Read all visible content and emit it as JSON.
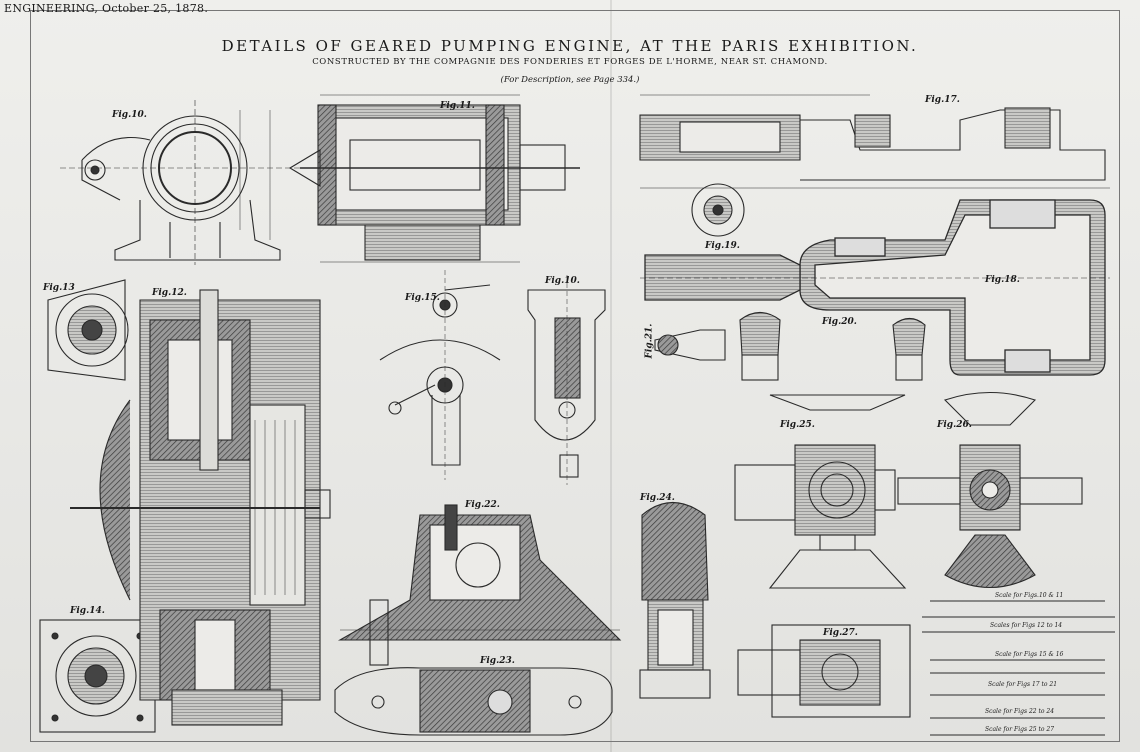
{
  "header": {
    "journal_line": "ENGINEERING, October 25, 1878."
  },
  "plate": {
    "title": "DETAILS OF GEARED PUMPING ENGINE, AT THE PARIS EXHIBITION.",
    "subtitle": "CONSTRUCTED BY THE COMPAGNIE DES FONDERIES ET FORGES DE L'HORME, NEAR ST. CHAMOND.",
    "description_ref": "(For Description, see Page 334.)"
  },
  "figures": {
    "fig10a": "Fig.10.",
    "fig11": "Fig.11.",
    "fig12": "Fig.12.",
    "fig13": "Fig.13",
    "fig14": "Fig.14.",
    "fig15": "Fig.15.",
    "fig10b": "Fig.10.",
    "fig17": "Fig.17.",
    "fig18": "Fig.18.",
    "fig19": "Fig.19.",
    "fig20": "Fig.20.",
    "fig21": "Fig.21.",
    "fig22": "Fig.22.",
    "fig23": "Fig.23.",
    "fig24": "Fig.24.",
    "fig25": "Fig.25.",
    "fig26": "Fig.26.",
    "fig27": "Fig.27."
  },
  "scales": [
    "Scale for Figs.10 & 11",
    "Scales for Figs 12 to 14",
    "Scale for Figs 15 & 16",
    "Scale for Figs 17 to 21",
    "Scale for Figs 22 to 24",
    "Scale for Figs 25 to 27"
  ],
  "colors": {
    "paper": "#ebebe8",
    "ink": "#1a1a1a",
    "section_hatch": "#6e6e6e"
  }
}
